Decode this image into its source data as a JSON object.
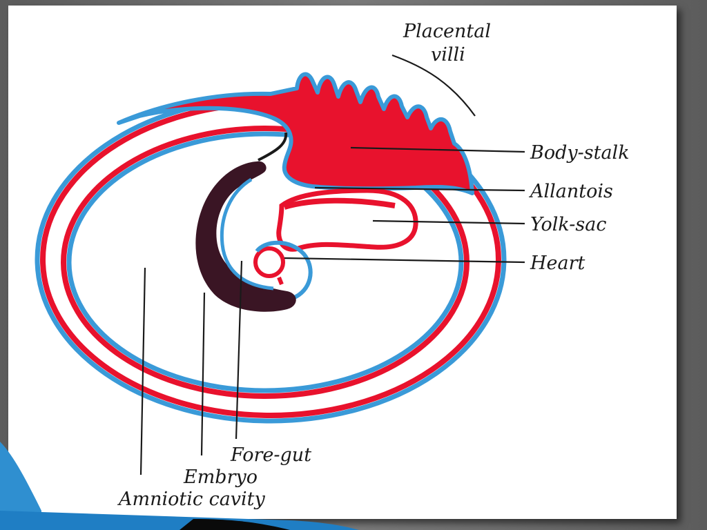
{
  "labels": {
    "placental_villi_line1": "Placental",
    "placental_villi_line2": "villi",
    "body_stalk": "Body-stalk",
    "allantois": "Allantois",
    "yolk_sac": "Yolk-sac",
    "heart": "Heart",
    "fore_gut": "Fore-gut",
    "embryo": "Embryo",
    "amniotic_cavity": "Amniotic cavity"
  },
  "colors": {
    "chorion_red": "#e8122d",
    "ectoderm_blue": "#3a9ad8",
    "embryo_dark": "#3a1524",
    "background": "#ffffff",
    "slide_frame": "#6e6e6e"
  }
}
